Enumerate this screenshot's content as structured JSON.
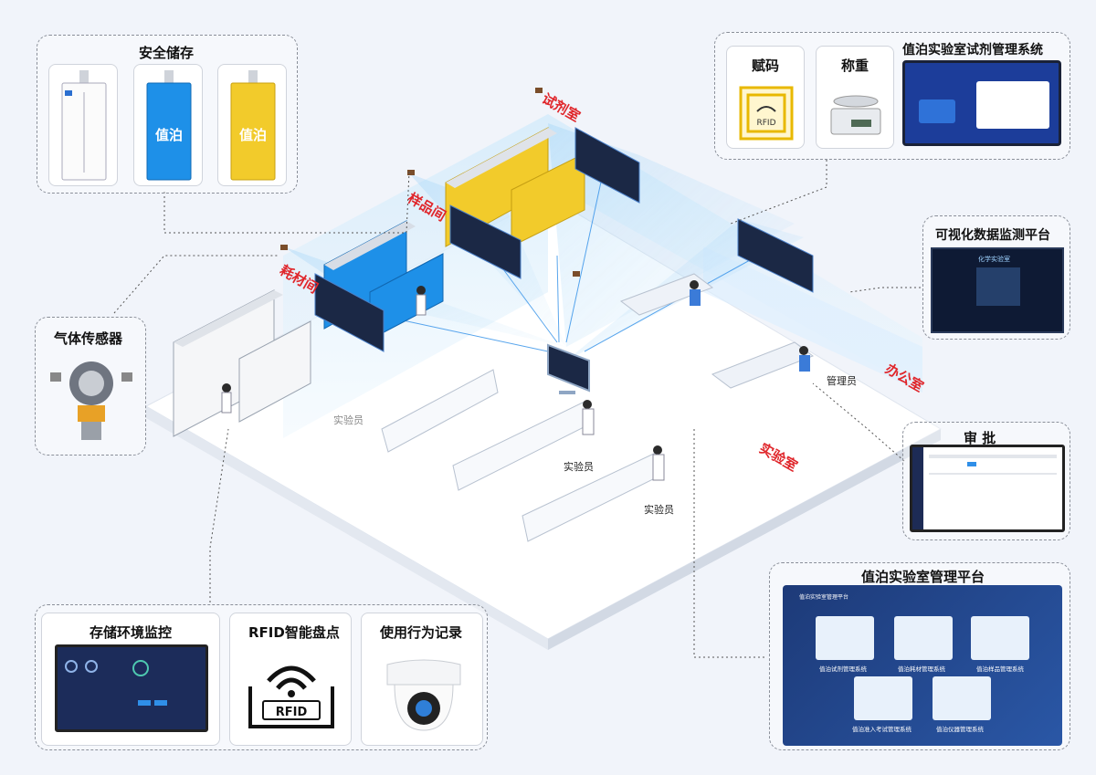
{
  "top_left": {
    "title": "安全储存",
    "cabinets": [
      "white",
      "blue",
      "yellow"
    ],
    "cabinet_brand": "值泊"
  },
  "top_right": {
    "card1": "赋码",
    "card1_tag": "RFID",
    "card2": "称重",
    "card3": "值泊实验室试剂管理系统"
  },
  "gas": {
    "title": "气体传感器"
  },
  "viz": {
    "title": "可视化数据监测平台",
    "screen_label": "化学实验室"
  },
  "approve": {
    "title": "审  批"
  },
  "platform": {
    "title": "值泊实验室管理平台",
    "header": "值泊实验室管理平台",
    "modules": [
      "值泊试剂管理系统",
      "值泊耗材管理系统",
      "值泊样品管理系统",
      "值泊准入考试管理系统",
      "值泊仪器管理系统"
    ]
  },
  "bottom_left": {
    "card1": "存储环境监控",
    "card2": "RFID智能盘点",
    "card2_tag": "RFID",
    "card3": "使用行为记录"
  },
  "rooms": {
    "reagent": "试剂室",
    "sample": "样品间",
    "consumable": "耗材间",
    "office": "办公室",
    "lab": "实验室"
  },
  "people": {
    "lab_worker": "实验员",
    "manager": "管理员"
  },
  "colors": {
    "accent_blue": "#2f8fe8",
    "cabinet_yellow": "#f2cb2b",
    "cabinet_blue": "#1e90e8",
    "room_red": "#e0262b",
    "screen_dark": "#1b2845"
  }
}
